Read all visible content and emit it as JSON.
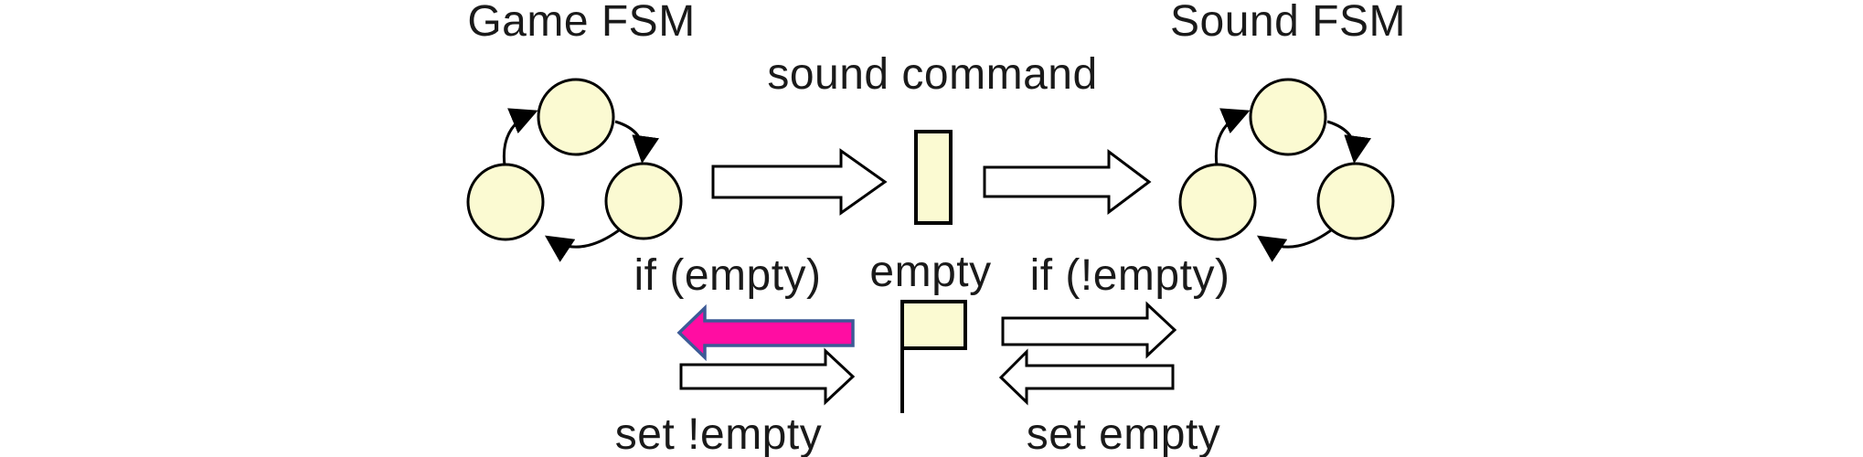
{
  "diagram": {
    "left_fsm": {
      "title": "Game FSM"
    },
    "right_fsm": {
      "title": "Sound FSM"
    },
    "queue": {
      "label": "sound command"
    },
    "flag": {
      "label": "empty"
    },
    "handshake": {
      "if_empty": "if (empty)",
      "set_not_empty": "set !empty",
      "if_not_empty": "if (!empty)",
      "set_empty": "set empty"
    },
    "colors": {
      "bg": "#ffffff",
      "node_fill": "#fbfad2",
      "node_stroke": "#000000",
      "hl_fill": "#ff0da2",
      "hl_stroke": "#3c5a96",
      "text_color": "#1a1a1a"
    }
  }
}
